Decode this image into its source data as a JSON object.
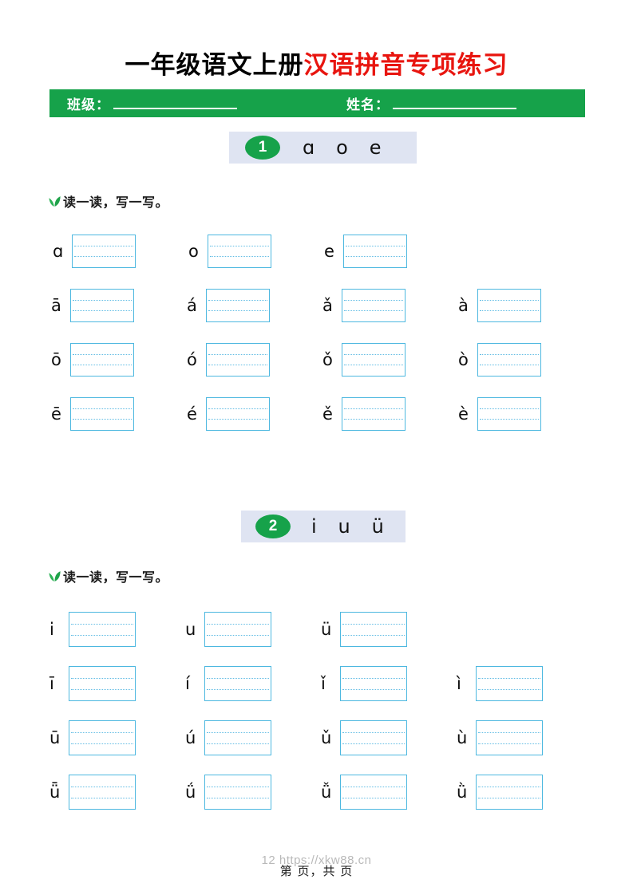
{
  "header": {
    "title_black": "一年级语文上册",
    "title_red": "汉语拼音专项练习",
    "class_label": "班级：",
    "name_label": "姓名："
  },
  "sections": [
    {
      "number": "1",
      "letters": "ɑ   o   e",
      "instruction": "读一读，写一写。",
      "rows": [
        {
          "chars": [
            "ɑ",
            "o",
            "e"
          ]
        },
        {
          "chars": [
            "ā",
            "á",
            "ǎ",
            "à"
          ]
        },
        {
          "chars": [
            "ō",
            "ó",
            "ǒ",
            "ò"
          ]
        },
        {
          "chars": [
            "ē",
            "é",
            "ě",
            "è"
          ]
        }
      ]
    },
    {
      "number": "2",
      "letters": "i   u   ü",
      "instruction": "读一读，写一写。",
      "rows": [
        {
          "chars": [
            "i",
            "u",
            "ü"
          ]
        },
        {
          "chars": [
            "ī",
            "í",
            "ǐ",
            "ì"
          ]
        },
        {
          "chars": [
            "ū",
            "ú",
            "ǔ",
            "ù"
          ]
        },
        {
          "chars": [
            "ǖ",
            "ǘ",
            "ǚ",
            "ǜ"
          ]
        }
      ]
    }
  ],
  "footer": {
    "watermark": "12 https://xkw88.cn",
    "page_text": "第    页，共    页"
  },
  "colors": {
    "brand_green": "#16a24a",
    "title_red": "#e8150f",
    "band_blue": "#dfe4f2",
    "box_border": "#4db8e0"
  }
}
